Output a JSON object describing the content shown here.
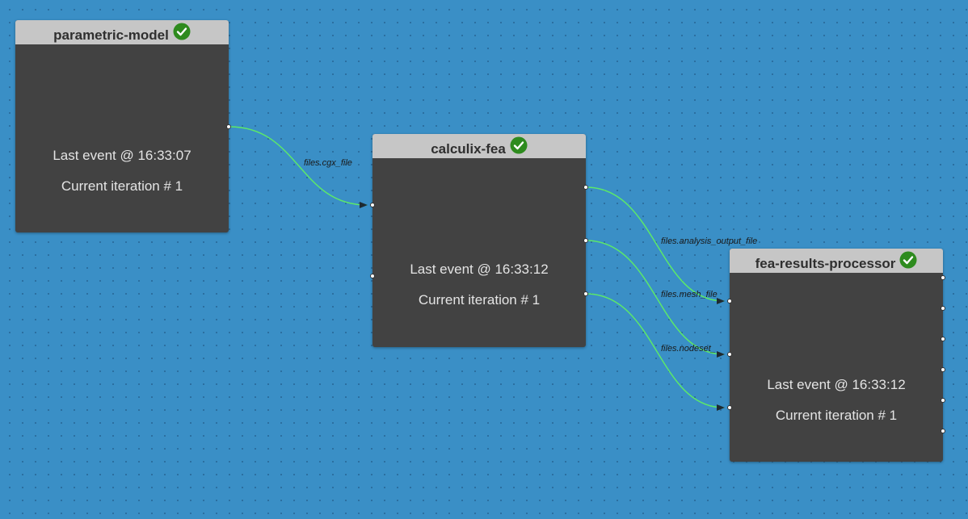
{
  "nodes": [
    {
      "id": "parametric-model",
      "title": "parametric-model",
      "status": "success",
      "status_icon": "check-circle-icon",
      "status_color": "#2e8b1e",
      "last_event": "Last event @ 16:33:07",
      "iteration": "Current iteration # 1"
    },
    {
      "id": "calculix-fea",
      "title": "calculix-fea",
      "status": "success",
      "status_icon": "check-circle-icon",
      "status_color": "#2e8b1e",
      "last_event": "Last event @ 16:33:12",
      "iteration": "Current iteration # 1"
    },
    {
      "id": "fea-results-processor",
      "title": "fea-results-processor",
      "status": "success",
      "status_icon": "check-circle-icon",
      "status_color": "#2e8b1e",
      "last_event": "Last event @ 16:33:12",
      "iteration": "Current iteration # 1"
    }
  ],
  "edges": [
    {
      "from": "parametric-model",
      "to": "calculix-fea",
      "label": "files.cgx_file"
    },
    {
      "from": "calculix-fea",
      "to": "fea-results-processor",
      "label": "files.analysis_output_file"
    },
    {
      "from": "calculix-fea",
      "to": "fea-results-processor",
      "label": "files.mesh_file"
    },
    {
      "from": "calculix-fea",
      "to": "fea-results-processor",
      "label": "files.nodeset_"
    }
  ],
  "colors": {
    "canvas_background": "#3a8fc6",
    "node_body": "#424242",
    "node_header": "#c6c6c6",
    "edge": "#5ce86a",
    "success": "#2e8b1e"
  }
}
